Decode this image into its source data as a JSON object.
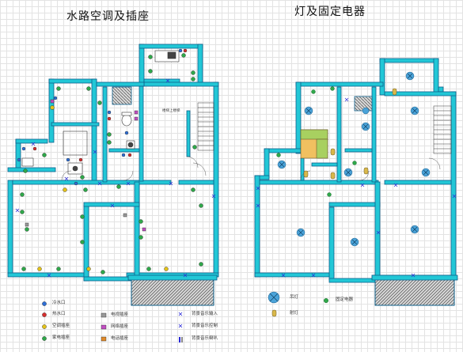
{
  "titles": {
    "left": "水路空调及插座",
    "right": "灯及固定电器"
  },
  "left_plan": {
    "room_note": "楼梯上楼梯"
  },
  "legend_left": [
    {
      "label": "冷水口",
      "icon": "cold-water-dot-icon",
      "color": "#2f6fd6"
    },
    {
      "label": "热水口",
      "icon": "hot-water-dot-icon",
      "color": "#d62f2f"
    },
    {
      "label": "空调插座",
      "icon": "ac-socket-dot-icon",
      "color": "#e3c21a"
    },
    {
      "label": "家电插座",
      "icon": "appliance-socket-dot-icon",
      "color": "#2fa84a"
    },
    {
      "label": "电视插座",
      "icon": "tv-socket-icon",
      "color": "#9a9a9a"
    },
    {
      "label": "网络插座",
      "icon": "network-socket-icon",
      "color": "#c24fc2"
    },
    {
      "label": "电话插座",
      "icon": "phone-socket-icon",
      "color": "#e08a2a"
    },
    {
      "label": "背景音乐输入",
      "icon": "music-input-icon",
      "color": "#2a2ad6"
    },
    {
      "label": "背景音乐控制",
      "icon": "music-control-icon",
      "color": "#2a2ad6"
    },
    {
      "label": "背景音乐喇叭",
      "icon": "music-speaker-icon",
      "color": "#2a2ad6"
    }
  ],
  "legend_right": [
    {
      "label": "吊灯",
      "icon": "ceiling-lamp-icon",
      "color": "#4aa3d9"
    },
    {
      "label": "射灯",
      "icon": "spot-lamp-icon",
      "color": "#d9b84a"
    },
    {
      "label": "固定电器",
      "icon": "fixed-appliance-icon",
      "color": "#2fa84a"
    }
  ],
  "colors": {
    "wall": "#22c7d6",
    "wall_outline": "#0d5f8a",
    "balcony_fill": "#bdbdbd"
  }
}
